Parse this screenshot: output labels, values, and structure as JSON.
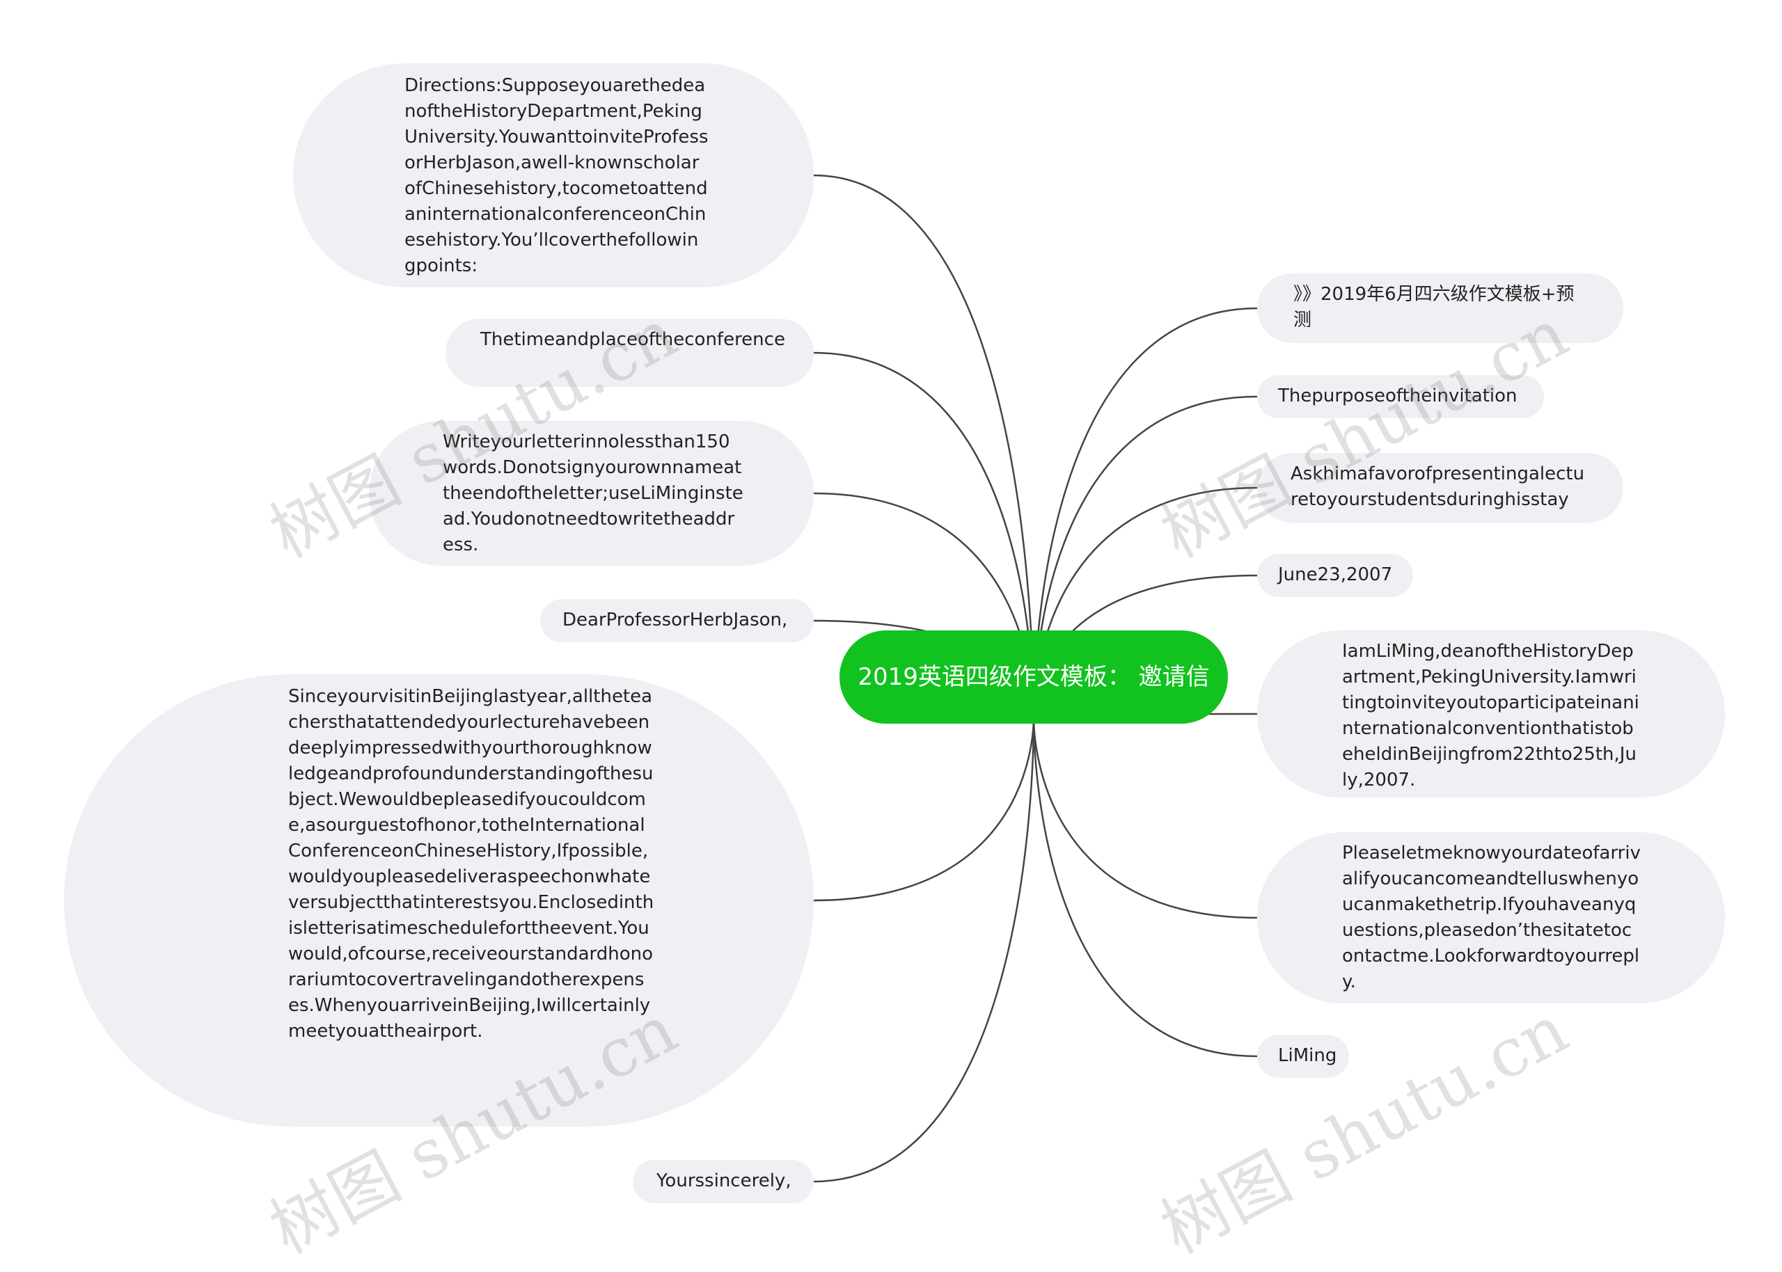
{
  "center": {
    "line1": "2019英语四级作文模板：",
    "line2": "邀请信"
  },
  "left_nodes": [
    {
      "id": "directions",
      "text": "Directions:SupposeyouarethedeanoftheHistoryDepartment,PekingUniversity.YouwanttoinviteProfessorHerbJason,awell-knownscholarofChinesehistory,tocometoattendaninternationalconferenceonChinesehistory.You’llcoverthefollowingpoints:"
    },
    {
      "id": "time-place",
      "text": "Thetimeandplaceoftheconference"
    },
    {
      "id": "word-limit",
      "text": "Writeyourletterinnolessthan150words.Donotsignyourownnameattheendoftheletter;useLiMinginstead.Youdonotneedtowritetheaddress."
    },
    {
      "id": "salutation",
      "text": "DearProfessorHerbJason,"
    },
    {
      "id": "body",
      "text": "SinceyourvisitinBeijinglastyear,alltheteachersthatattendedyourlecturehavebeendeeplyimpressedwithyourthoroughknowledgeandprofoundunderstandingofthesubject.Wewouldbepleasedifyoucouldcome,asourguestofhonor,totheInternationalConferenceonChineseHistory,Ifpossible,wouldyoupleasedeliveraspeechonwhateversubjectthatinterestsyou.Enclosedinthisletterisatimescheduleforttheevent.Youwould,ofcourse,receiveourstandardhonorariumtocovertravelingandotherexpenses.WhenyouarriveinBeijing,Iwillcertainlymeetyouattheairport."
    },
    {
      "id": "closing",
      "text": "Yourssincerely,"
    }
  ],
  "right_nodes": [
    {
      "id": "templates",
      "text": "》》2019年6月四六级作文模板+预测"
    },
    {
      "id": "purpose",
      "text": "Thepurposeoftheinvitation"
    },
    {
      "id": "lecture",
      "text": "Askhimafavorofpresentingalecturetoyourstudentsduringhisstay"
    },
    {
      "id": "date",
      "text": "June23,2007"
    },
    {
      "id": "intro",
      "text": "IamLiMing,deanoftheHistoryDepartment,PekingUniversity.IamwritingtoinviteyoutoparticipateinaninternationalconventionthatistobeheldinBeijingfrom22thto25th,July,2007."
    },
    {
      "id": "arrival",
      "text": "Pleaseletmeknowyourdateofarrivalifyoucancomeandtelluswhenyoucanmakethetrip.Ifyouhaveanyquestions,pleasedon’thesitatetocontactme.Lookforwardtoyourreply."
    },
    {
      "id": "signature",
      "text": "LiMing"
    }
  ],
  "watermark": "树图 shutu.cn",
  "colors": {
    "center": "#12c21f",
    "node": "#eef0f3",
    "edge": "#444444"
  }
}
